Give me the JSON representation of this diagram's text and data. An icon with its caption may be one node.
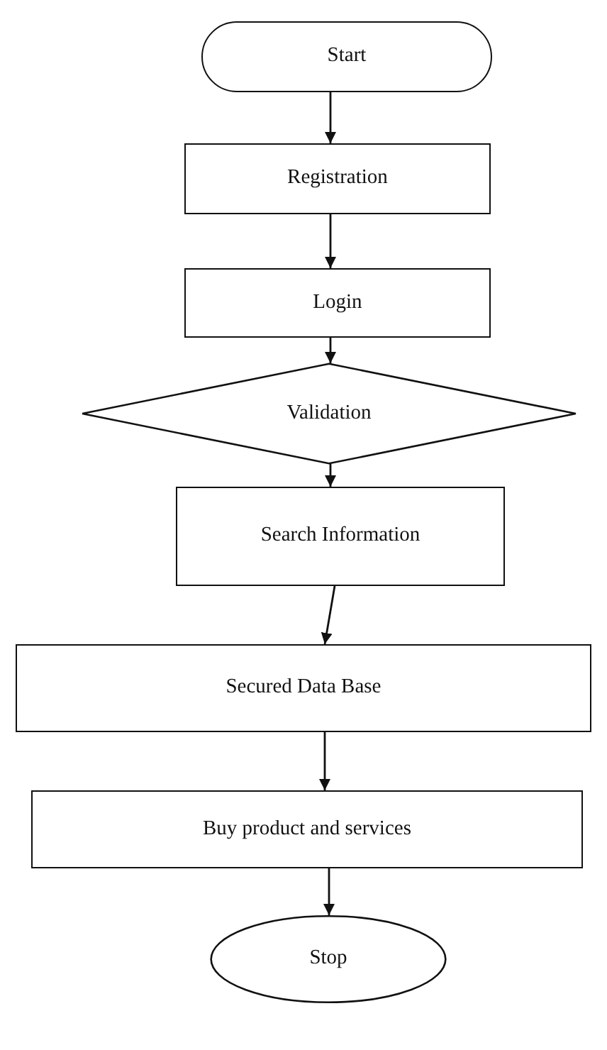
{
  "diagram": {
    "nodes": [
      {
        "text": [
          "Start"
        ]
      },
      {
        "text": [
          "Registration"
        ]
      },
      {
        "text": [
          "Login"
        ]
      },
      {
        "text": [
          "Validation"
        ]
      },
      {
        "text": [
          "Search Information"
        ]
      },
      {
        "text": [
          "Secured Data Base"
        ]
      },
      {
        "text": [
          "Buy product and services"
        ]
      },
      {
        "text": [
          "Stop"
        ]
      }
    ],
    "edges": [
      {
        "from": 0,
        "to": 1,
        "arrow": "to"
      },
      {
        "from": 1,
        "to": 2,
        "arrow": "to"
      },
      {
        "from": 2,
        "to": 3,
        "arrow": "to"
      },
      {
        "from": 3,
        "to": 4,
        "arrow": "to"
      },
      {
        "from": 4,
        "to": 5,
        "arrow": "to"
      },
      {
        "from": 5,
        "to": 6,
        "arrow": "to"
      },
      {
        "from": 6,
        "to": 7,
        "arrow": "to"
      }
    ]
  }
}
